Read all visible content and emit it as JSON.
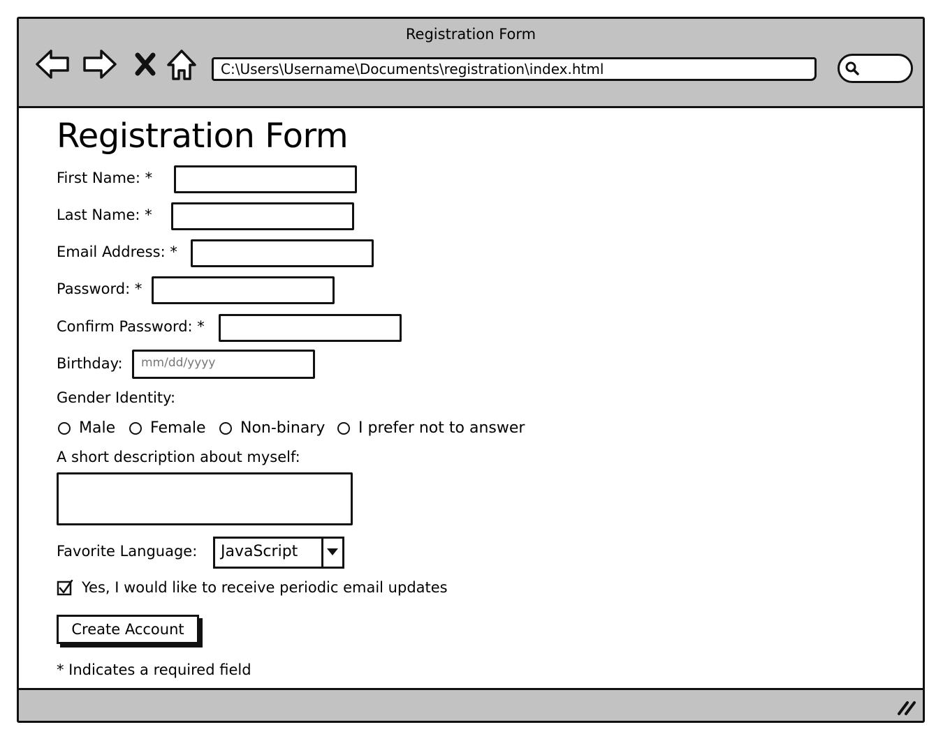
{
  "window": {
    "title": "Registration Form",
    "address": "C:\\Users\\Username\\Documents\\registration\\index.html"
  },
  "toolbar": {
    "icons": [
      "back-arrow-icon",
      "forward-arrow-icon",
      "stop-icon",
      "home-icon",
      "search-icon"
    ]
  },
  "form": {
    "title": "Registration Form",
    "fields": {
      "first_name": {
        "label": "First Name: *",
        "value": ""
      },
      "last_name": {
        "label": "Last Name: *",
        "value": ""
      },
      "email": {
        "label": "Email Address: *",
        "value": ""
      },
      "password": {
        "label": "Password: *",
        "value": ""
      },
      "confirm_password": {
        "label": "Confirm Password: *",
        "value": ""
      },
      "birthday": {
        "label": "Birthday:",
        "placeholder": "mm/dd/yyyy"
      }
    },
    "gender": {
      "label": "Gender Identity:",
      "options": [
        "Male",
        "Female",
        "Non-binary",
        "I prefer not to answer"
      ],
      "selected": null
    },
    "description": {
      "label": "A short description about myself:",
      "value": ""
    },
    "language": {
      "label": "Favorite Language:",
      "selected": "JavaScript"
    },
    "updates": {
      "label": "Yes, I would like to receive periodic email updates",
      "checked": true
    },
    "submit_label": "Create Account",
    "footnote": "* Indicates a required field"
  }
}
